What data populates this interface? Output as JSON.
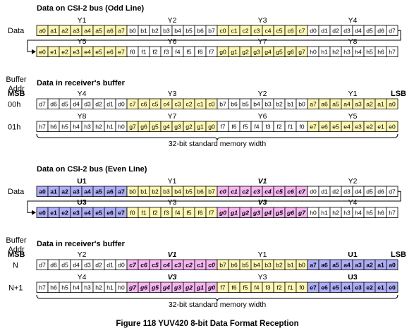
{
  "colors": {
    "Y": "#fdf7b4",
    "U": "#aeaef6",
    "V": "#f5b6f0",
    "empty": "#ffffff",
    "border": "#000000",
    "line": "#000000"
  },
  "caption": "Figure 118 YUV420 8-bit Data Format Reception",
  "odd": {
    "bus_title": "Data on CSI-2 bus (Odd Line)",
    "data_label": "Data",
    "bus_rows": [
      {
        "groups": [
          {
            "label": "Y1",
            "fill": "Y",
            "bold": false,
            "italic": false,
            "cells": [
              "a0",
              "a1",
              "a2",
              "a3",
              "a4",
              "a5",
              "a6",
              "a7"
            ]
          },
          {
            "label": "Y2",
            "fill": "empty",
            "bold": false,
            "italic": false,
            "cells": [
              "b0",
              "b1",
              "b2",
              "b3",
              "b4",
              "b5",
              "b6",
              "b7"
            ]
          },
          {
            "label": "Y3",
            "fill": "Y",
            "bold": false,
            "italic": false,
            "cells": [
              "c0",
              "c1",
              "c2",
              "c3",
              "c4",
              "c5",
              "c6",
              "c7"
            ]
          },
          {
            "label": "Y4",
            "fill": "empty",
            "bold": false,
            "italic": false,
            "cells": [
              "d0",
              "d1",
              "d2",
              "d3",
              "d4",
              "d5",
              "d6",
              "d7"
            ]
          }
        ]
      },
      {
        "groups": [
          {
            "label": "Y5",
            "fill": "Y",
            "bold": false,
            "italic": false,
            "cells": [
              "e0",
              "e1",
              "e2",
              "e3",
              "e4",
              "e5",
              "e6",
              "e7"
            ]
          },
          {
            "label": "Y6",
            "fill": "empty",
            "bold": false,
            "italic": false,
            "cells": [
              "f0",
              "f1",
              "f2",
              "f3",
              "f4",
              "f5",
              "f6",
              "f7"
            ]
          },
          {
            "label": "Y7",
            "fill": "Y",
            "bold": false,
            "italic": false,
            "cells": [
              "g0",
              "g1",
              "g2",
              "g3",
              "g4",
              "g5",
              "g6",
              "g7"
            ]
          },
          {
            "label": "Y8",
            "fill": "empty",
            "bold": false,
            "italic": false,
            "cells": [
              "h0",
              "h1",
              "h2",
              "h3",
              "h4",
              "h5",
              "h6",
              "h7"
            ]
          }
        ]
      }
    ],
    "buffer_label": "Buffer\nAddr",
    "buffer_title": "Data in receiver's buffer",
    "msb": "MSB",
    "lsb": "LSB",
    "buffer_rows": [
      {
        "addr": "00h",
        "groups": [
          {
            "label": "Y4",
            "fill": "empty",
            "bold": false,
            "italic": false,
            "cells": [
              "d7",
              "d6",
              "d5",
              "d4",
              "d3",
              "d2",
              "d1",
              "d0"
            ]
          },
          {
            "label": "Y3",
            "fill": "Y",
            "bold": false,
            "italic": false,
            "cells": [
              "c7",
              "c6",
              "c5",
              "c4",
              "c3",
              "c2",
              "c1",
              "c0"
            ]
          },
          {
            "label": "Y2",
            "fill": "empty",
            "bold": false,
            "italic": false,
            "cells": [
              "b7",
              "b6",
              "b5",
              "b4",
              "b3",
              "b2",
              "b1",
              "b0"
            ]
          },
          {
            "label": "Y1",
            "fill": "Y",
            "bold": false,
            "italic": false,
            "cells": [
              "a7",
              "a6",
              "a5",
              "a4",
              "a3",
              "a2",
              "a1",
              "a0"
            ]
          }
        ]
      },
      {
        "addr": "01h",
        "groups": [
          {
            "label": "Y8",
            "fill": "empty",
            "bold": false,
            "italic": false,
            "cells": [
              "h7",
              "h6",
              "h5",
              "h4",
              "h3",
              "h2",
              "h1",
              "h0"
            ]
          },
          {
            "label": "Y7",
            "fill": "Y",
            "bold": false,
            "italic": false,
            "cells": [
              "g7",
              "g6",
              "g5",
              "g4",
              "g3",
              "g2",
              "g1",
              "g0"
            ]
          },
          {
            "label": "Y6",
            "fill": "empty",
            "bold": false,
            "italic": false,
            "cells": [
              "f7",
              "f6",
              "f5",
              "f4",
              "f3",
              "f2",
              "f1",
              "f0"
            ]
          },
          {
            "label": "Y5",
            "fill": "Y",
            "bold": false,
            "italic": false,
            "cells": [
              "e7",
              "e6",
              "e5",
              "e4",
              "e3",
              "e2",
              "e1",
              "e0"
            ]
          }
        ]
      }
    ],
    "width_label": "32-bit standard memory width"
  },
  "even": {
    "bus_title": "Data on CSI-2 bus (Even Line)",
    "data_label": "Data",
    "bus_rows": [
      {
        "groups": [
          {
            "label": "U1",
            "fill": "U",
            "bold": true,
            "italic": false,
            "cells": [
              "a0",
              "a1",
              "a2",
              "a3",
              "a4",
              "a5",
              "a6",
              "a7"
            ]
          },
          {
            "label": "Y1",
            "fill": "Y",
            "bold": false,
            "italic": false,
            "cells": [
              "b0",
              "b1",
              "b2",
              "b3",
              "b4",
              "b5",
              "b6",
              "b7"
            ]
          },
          {
            "label": "V1",
            "fill": "V",
            "bold": true,
            "italic": true,
            "cells": [
              "c0",
              "c1",
              "c2",
              "c3",
              "c4",
              "c5",
              "c6",
              "c7"
            ]
          },
          {
            "label": "Y2",
            "fill": "empty",
            "bold": false,
            "italic": false,
            "cells": [
              "d0",
              "d1",
              "d2",
              "d3",
              "d4",
              "d5",
              "d6",
              "d7"
            ]
          }
        ]
      },
      {
        "groups": [
          {
            "label": "U3",
            "fill": "U",
            "bold": true,
            "italic": false,
            "cells": [
              "e0",
              "e1",
              "e2",
              "e3",
              "e4",
              "e5",
              "e6",
              "e7"
            ]
          },
          {
            "label": "Y3",
            "fill": "Y",
            "bold": false,
            "italic": false,
            "cells": [
              "f0",
              "f1",
              "f2",
              "f3",
              "f4",
              "f5",
              "f6",
              "f7"
            ]
          },
          {
            "label": "V3",
            "fill": "V",
            "bold": true,
            "italic": true,
            "cells": [
              "g0",
              "g1",
              "g2",
              "g3",
              "g4",
              "g5",
              "g6",
              "g7"
            ]
          },
          {
            "label": "Y4",
            "fill": "empty",
            "bold": false,
            "italic": false,
            "cells": [
              "h0",
              "h1",
              "h2",
              "h3",
              "h4",
              "h5",
              "h6",
              "h7"
            ]
          }
        ]
      }
    ],
    "buffer_label": "Buffer\nAddr",
    "buffer_title": "Data in receiver's buffer",
    "msb": "MSB",
    "lsb": "LSB",
    "buffer_rows": [
      {
        "addr": "N",
        "groups": [
          {
            "label": "Y2",
            "fill": "empty",
            "bold": false,
            "italic": false,
            "cells": [
              "d7",
              "d6",
              "d5",
              "d4",
              "d3",
              "d2",
              "d1",
              "d0"
            ]
          },
          {
            "label": "V1",
            "fill": "V",
            "bold": true,
            "italic": true,
            "cells": [
              "c7",
              "c6",
              "c5",
              "c4",
              "c3",
              "c2",
              "c1",
              "c0"
            ]
          },
          {
            "label": "Y1",
            "fill": "Y",
            "bold": false,
            "italic": false,
            "cells": [
              "b7",
              "b6",
              "b5",
              "b4",
              "b3",
              "b2",
              "b1",
              "b0"
            ]
          },
          {
            "label": "U1",
            "fill": "U",
            "bold": true,
            "italic": false,
            "cells": [
              "a7",
              "a6",
              "a5",
              "a4",
              "a3",
              "a2",
              "a1",
              "a0"
            ]
          }
        ]
      },
      {
        "addr": "N+1",
        "groups": [
          {
            "label": "Y4",
            "fill": "empty",
            "bold": false,
            "italic": false,
            "cells": [
              "h7",
              "h6",
              "h5",
              "h4",
              "h3",
              "h2",
              "h1",
              "h0"
            ]
          },
          {
            "label": "V3",
            "fill": "V",
            "bold": true,
            "italic": true,
            "cells": [
              "g7",
              "g6",
              "g5",
              "g4",
              "g3",
              "g2",
              "g1",
              "g0"
            ]
          },
          {
            "label": "Y3",
            "fill": "Y",
            "bold": false,
            "italic": false,
            "cells": [
              "f7",
              "f6",
              "f5",
              "f4",
              "f3",
              "f2",
              "f1",
              "f0"
            ]
          },
          {
            "label": "U3",
            "fill": "U",
            "bold": true,
            "italic": false,
            "cells": [
              "e7",
              "e6",
              "e5",
              "e4",
              "e3",
              "e2",
              "e1",
              "e0"
            ]
          }
        ]
      }
    ],
    "width_label": "32-bit standard memory width"
  }
}
